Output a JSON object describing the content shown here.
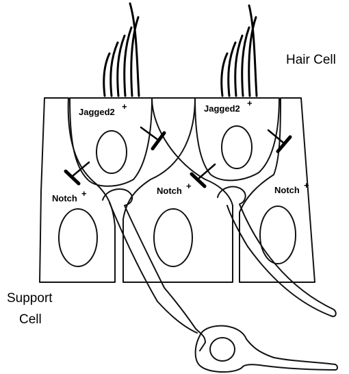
{
  "labels": {
    "hair_cell": "Hair Cell",
    "support_cell_line1": "Support",
    "support_cell_line2": "Cell",
    "jagged_left": "Jagged2",
    "jagged_right": "Jagged2",
    "notch_1": "Notch",
    "notch_2": "Notch",
    "notch_3": "Notch",
    "superscript_plus": "+"
  },
  "colors": {
    "stroke": "#111111",
    "background": "#ffffff"
  }
}
